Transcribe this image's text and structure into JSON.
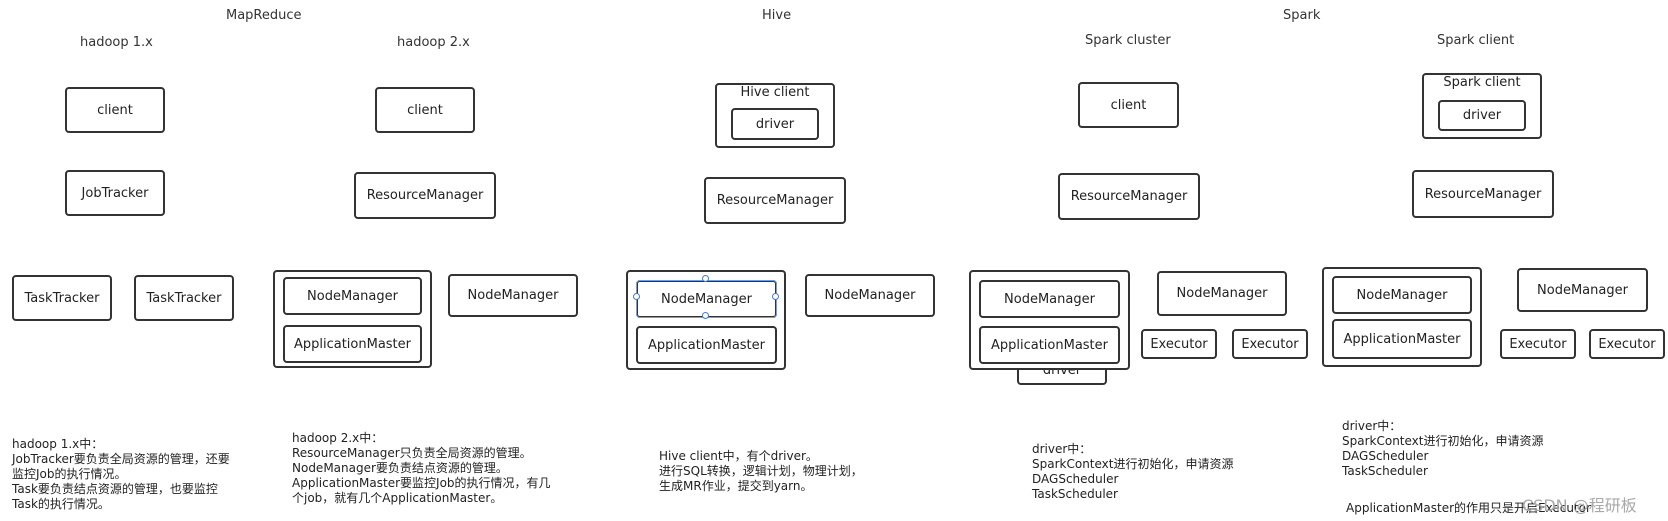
{
  "headings": {
    "mapreduce": "MapReduce",
    "hive": "Hive",
    "spark": "Spark",
    "hadoop1": "hadoop 1.x",
    "hadoop2": "hadoop 2.x",
    "spark_cluster": "Spark cluster",
    "spark_client": "Spark client"
  },
  "hadoop1": {
    "client": "client",
    "jobtracker": "JobTracker",
    "tasktracker_1": "TaskTracker",
    "tasktracker_2": "TaskTracker"
  },
  "hadoop2": {
    "client": "client",
    "resourcemanager": "ResourceManager",
    "nodemanager_1": "NodeManager",
    "appmaster": "ApplicationMaster",
    "nodemanager_2": "NodeManager"
  },
  "hive": {
    "client_title": "Hive client",
    "driver": "driver",
    "resourcemanager": "ResourceManager",
    "nodemanager_1": "NodeManager",
    "appmaster": "ApplicationMaster",
    "nodemanager_2": "NodeManager"
  },
  "spark_cluster": {
    "client": "client",
    "resourcemanager": "ResourceManager",
    "nodemanager_1": "NodeManager",
    "appmaster": "ApplicationMaster",
    "driver": "driver",
    "nodemanager_2": "NodeManager",
    "executor_1": "Executor",
    "executor_2": "Executor"
  },
  "spark_client": {
    "client_title": "Spark client",
    "driver": "driver",
    "resourcemanager": "ResourceManager",
    "nodemanager_1": "NodeManager",
    "appmaster": "ApplicationMaster",
    "nodemanager_2": "NodeManager",
    "executor_1": "Executor",
    "executor_2": "Executor"
  },
  "notes": {
    "hadoop1": "hadoop 1.x中：\nJobTracker要负责全局资源的管理，还要\n监控Job的执行情况。\nTask要负责结点资源的管理，也要监控\nTask的执行情况。",
    "hadoop2": "hadoop 2.x中：\nResourceManager只负责全局资源的管理。\nNodeManager要负责结点资源的管理。\nApplicationMaster要监控Job的执行情况，有几\n个job，就有几个ApplicationMaster。",
    "hive": "Hive client中，有个driver。\n进行SQL转换，逻辑计划，物理计划，\n生成MR作业，提交到yarn。",
    "spark_cluster": "driver中：\nSparkContext进行初始化，申请资源\nDAGScheduler\nTaskScheduler",
    "spark_client": "driver中：\nSparkContext进行初始化，申请资源\nDAGScheduler\nTaskScheduler",
    "spark_client_extra": "ApplicationMaster的作用只是开启Executor"
  },
  "watermark": "CSDN @程研板"
}
